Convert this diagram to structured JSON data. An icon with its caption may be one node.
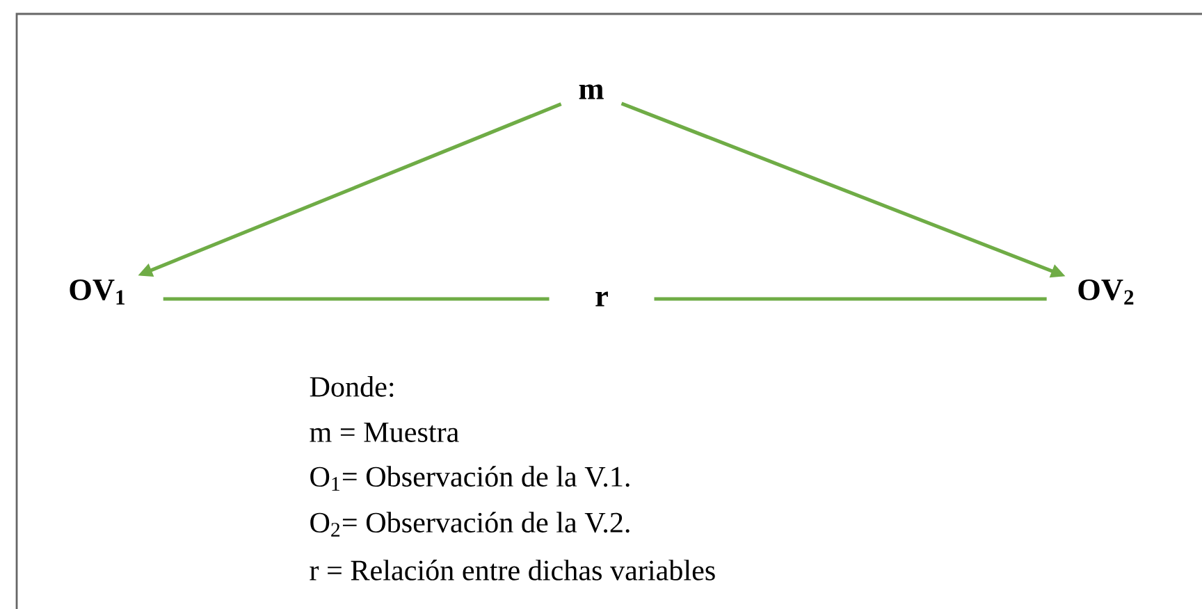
{
  "diagram": {
    "nodes": [
      {
        "text": [
          "m"
        ]
      },
      {
        "text": [
          "OV$_{1}$"
        ]
      },
      {
        "text": [
          "OV$_{2}$"
        ]
      }
    ],
    "edges": [
      {
        "from": 0,
        "to": 1,
        "arrow": "to"
      },
      {
        "from": 0,
        "to": 2,
        "arrow": "to"
      },
      {
        "from": 1,
        "to": 2,
        "arrow": "none",
        "label": "r"
      }
    ],
    "labels": [
      "Donde:",
      "m  =  Muestra",
      "O$_{1}$=  Observación de la V.1.",
      "O$_{2}$=  Observación de la V.2.",
      "r     =  Relación entre dichas variables"
    ]
  }
}
